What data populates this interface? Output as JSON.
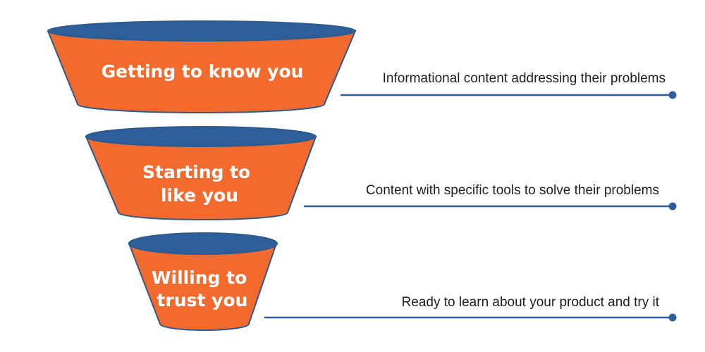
{
  "colors": {
    "body": "#f26a2e",
    "rim": "#2f5f9a",
    "outline": "#2d5a8e",
    "connector": "#2f5f9a",
    "label": "#ffffff",
    "description": "#1f1f1f"
  },
  "stages": [
    {
      "label_lines": [
        "Getting to know you"
      ],
      "description": "Informational content addressing their problems"
    },
    {
      "label_lines": [
        "Starting to",
        "like you"
      ],
      "description": "Content with specific tools to solve their problems"
    },
    {
      "label_lines": [
        "Willing to",
        "trust you"
      ],
      "description": "Ready to learn about your product and try it"
    }
  ]
}
